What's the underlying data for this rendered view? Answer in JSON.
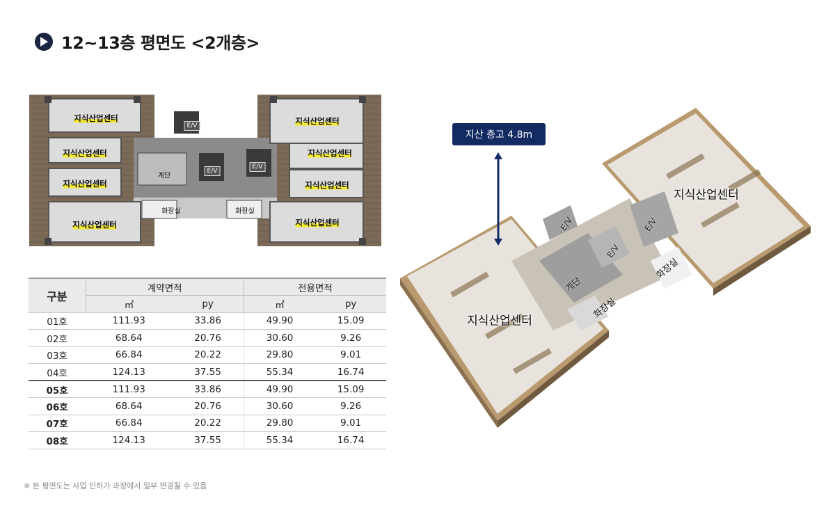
{
  "header": {
    "title": "12~13층  평면도 <2개층>"
  },
  "plan2d": {
    "unit_label": "지식산업센터",
    "ev_label": "E/V",
    "stairs_label": "계단",
    "restroom_label": "화장실"
  },
  "table": {
    "col_gubun": "구분",
    "col_contract": "계약면적",
    "col_exclusive": "전용면적",
    "unit_m2": "㎡",
    "unit_py": "py",
    "rows": [
      {
        "unit": "01호",
        "contract_m2": "111.93",
        "contract_py": "33.86",
        "excl_m2": "49.90",
        "excl_py": "15.09"
      },
      {
        "unit": "02호",
        "contract_m2": "68.64",
        "contract_py": "20.76",
        "excl_m2": "30.60",
        "excl_py": "9.26"
      },
      {
        "unit": "03호",
        "contract_m2": "66.84",
        "contract_py": "20.22",
        "excl_m2": "29.80",
        "excl_py": "9.01"
      },
      {
        "unit": "04호",
        "contract_m2": "124.13",
        "contract_py": "37.55",
        "excl_m2": "55.34",
        "excl_py": "16.74"
      },
      {
        "unit": "05호",
        "contract_m2": "111.93",
        "contract_py": "33.86",
        "excl_m2": "49.90",
        "excl_py": "15.09"
      },
      {
        "unit": "06호",
        "contract_m2": "68.64",
        "contract_py": "20.76",
        "excl_m2": "30.60",
        "excl_py": "9.26"
      },
      {
        "unit": "07호",
        "contract_m2": "66.84",
        "contract_py": "20.22",
        "excl_m2": "29.80",
        "excl_py": "9.01"
      },
      {
        "unit": "08호",
        "contract_m2": "124.13",
        "contract_py": "37.55",
        "excl_m2": "55.34",
        "excl_py": "16.74"
      }
    ]
  },
  "view3d": {
    "badge": "지산 층고 4.8m",
    "unit_label": "지식산업센터",
    "ev_label": "E/V",
    "stairs_label": "계단",
    "restroom_label": "화장실"
  },
  "footnote": "※ 본 평면도는 사업 인허가 과정에서 일부 변경될 수 있음",
  "colors": {
    "accent_navy": "#132a63",
    "header_icon": "#1b2440",
    "highlight_yellow": "#f5ec30"
  }
}
